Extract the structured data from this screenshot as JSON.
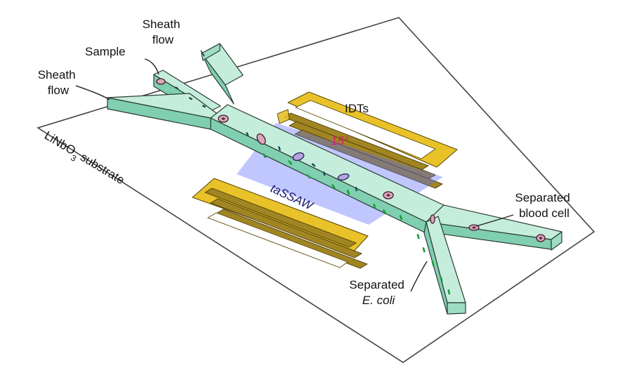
{
  "labels": {
    "sheath_flow_top": [
      "Sheath",
      "flow"
    ],
    "sample": "Sample",
    "sheath_flow_left": [
      "Sheath",
      "flow"
    ],
    "substrate": [
      "LiNbO",
      "3",
      " substrate"
    ],
    "idts": "IDTs",
    "angle": "15°",
    "tassaw": "taSSAW",
    "separated_blood_cell": [
      "Separated",
      "blood cell"
    ],
    "separated_ecoli": [
      "Separated",
      "E. coli"
    ]
  },
  "colors": {
    "channel_top": "#c4eedb",
    "channel_side": "#7fcfb0",
    "electrode_gold": "#e9c22a",
    "saw_region": "#5a6cff",
    "angle_text": "#e0177e",
    "blood_cell": "#d8a8bc",
    "ecoli": "#1a9a3a"
  }
}
